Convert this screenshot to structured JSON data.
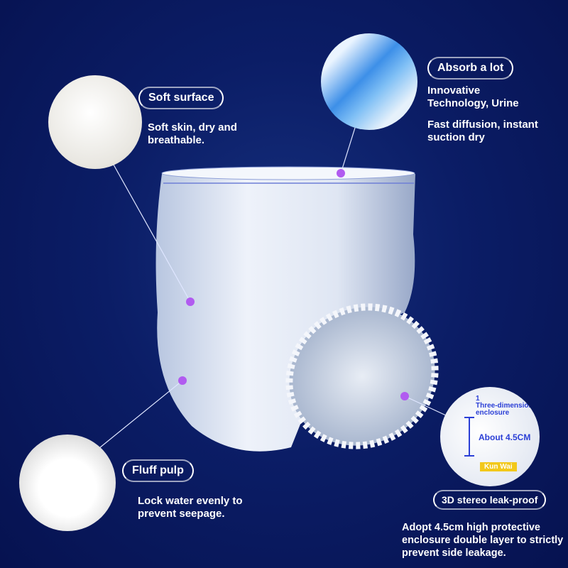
{
  "features": [
    {
      "title": "Soft surface",
      "description": "Soft skin, dry and breathable."
    },
    {
      "title": "Absorb a lot",
      "description_lines": [
        "Innovative",
        "Technology, Urine"
      ],
      "description2": "Fast diffusion, instant suction dry"
    },
    {
      "title": "Fluff pulp",
      "description": "Lock water evenly to prevent seepage."
    },
    {
      "title": "3D stereo leak-proof",
      "description": "Adopt 4.5cm high protective enclosure double layer to strictly prevent side leakage."
    }
  ],
  "detail_inset": {
    "number": "1",
    "label": "Three-dimensional enclosure",
    "measure": "About 4.5CM",
    "brand_tag": "Kun Wai"
  },
  "colors": {
    "background": "#0b1d66",
    "marker": "#b15bf0",
    "inset_text": "#2b3fd6",
    "brand_tag": "#f2c81a"
  }
}
